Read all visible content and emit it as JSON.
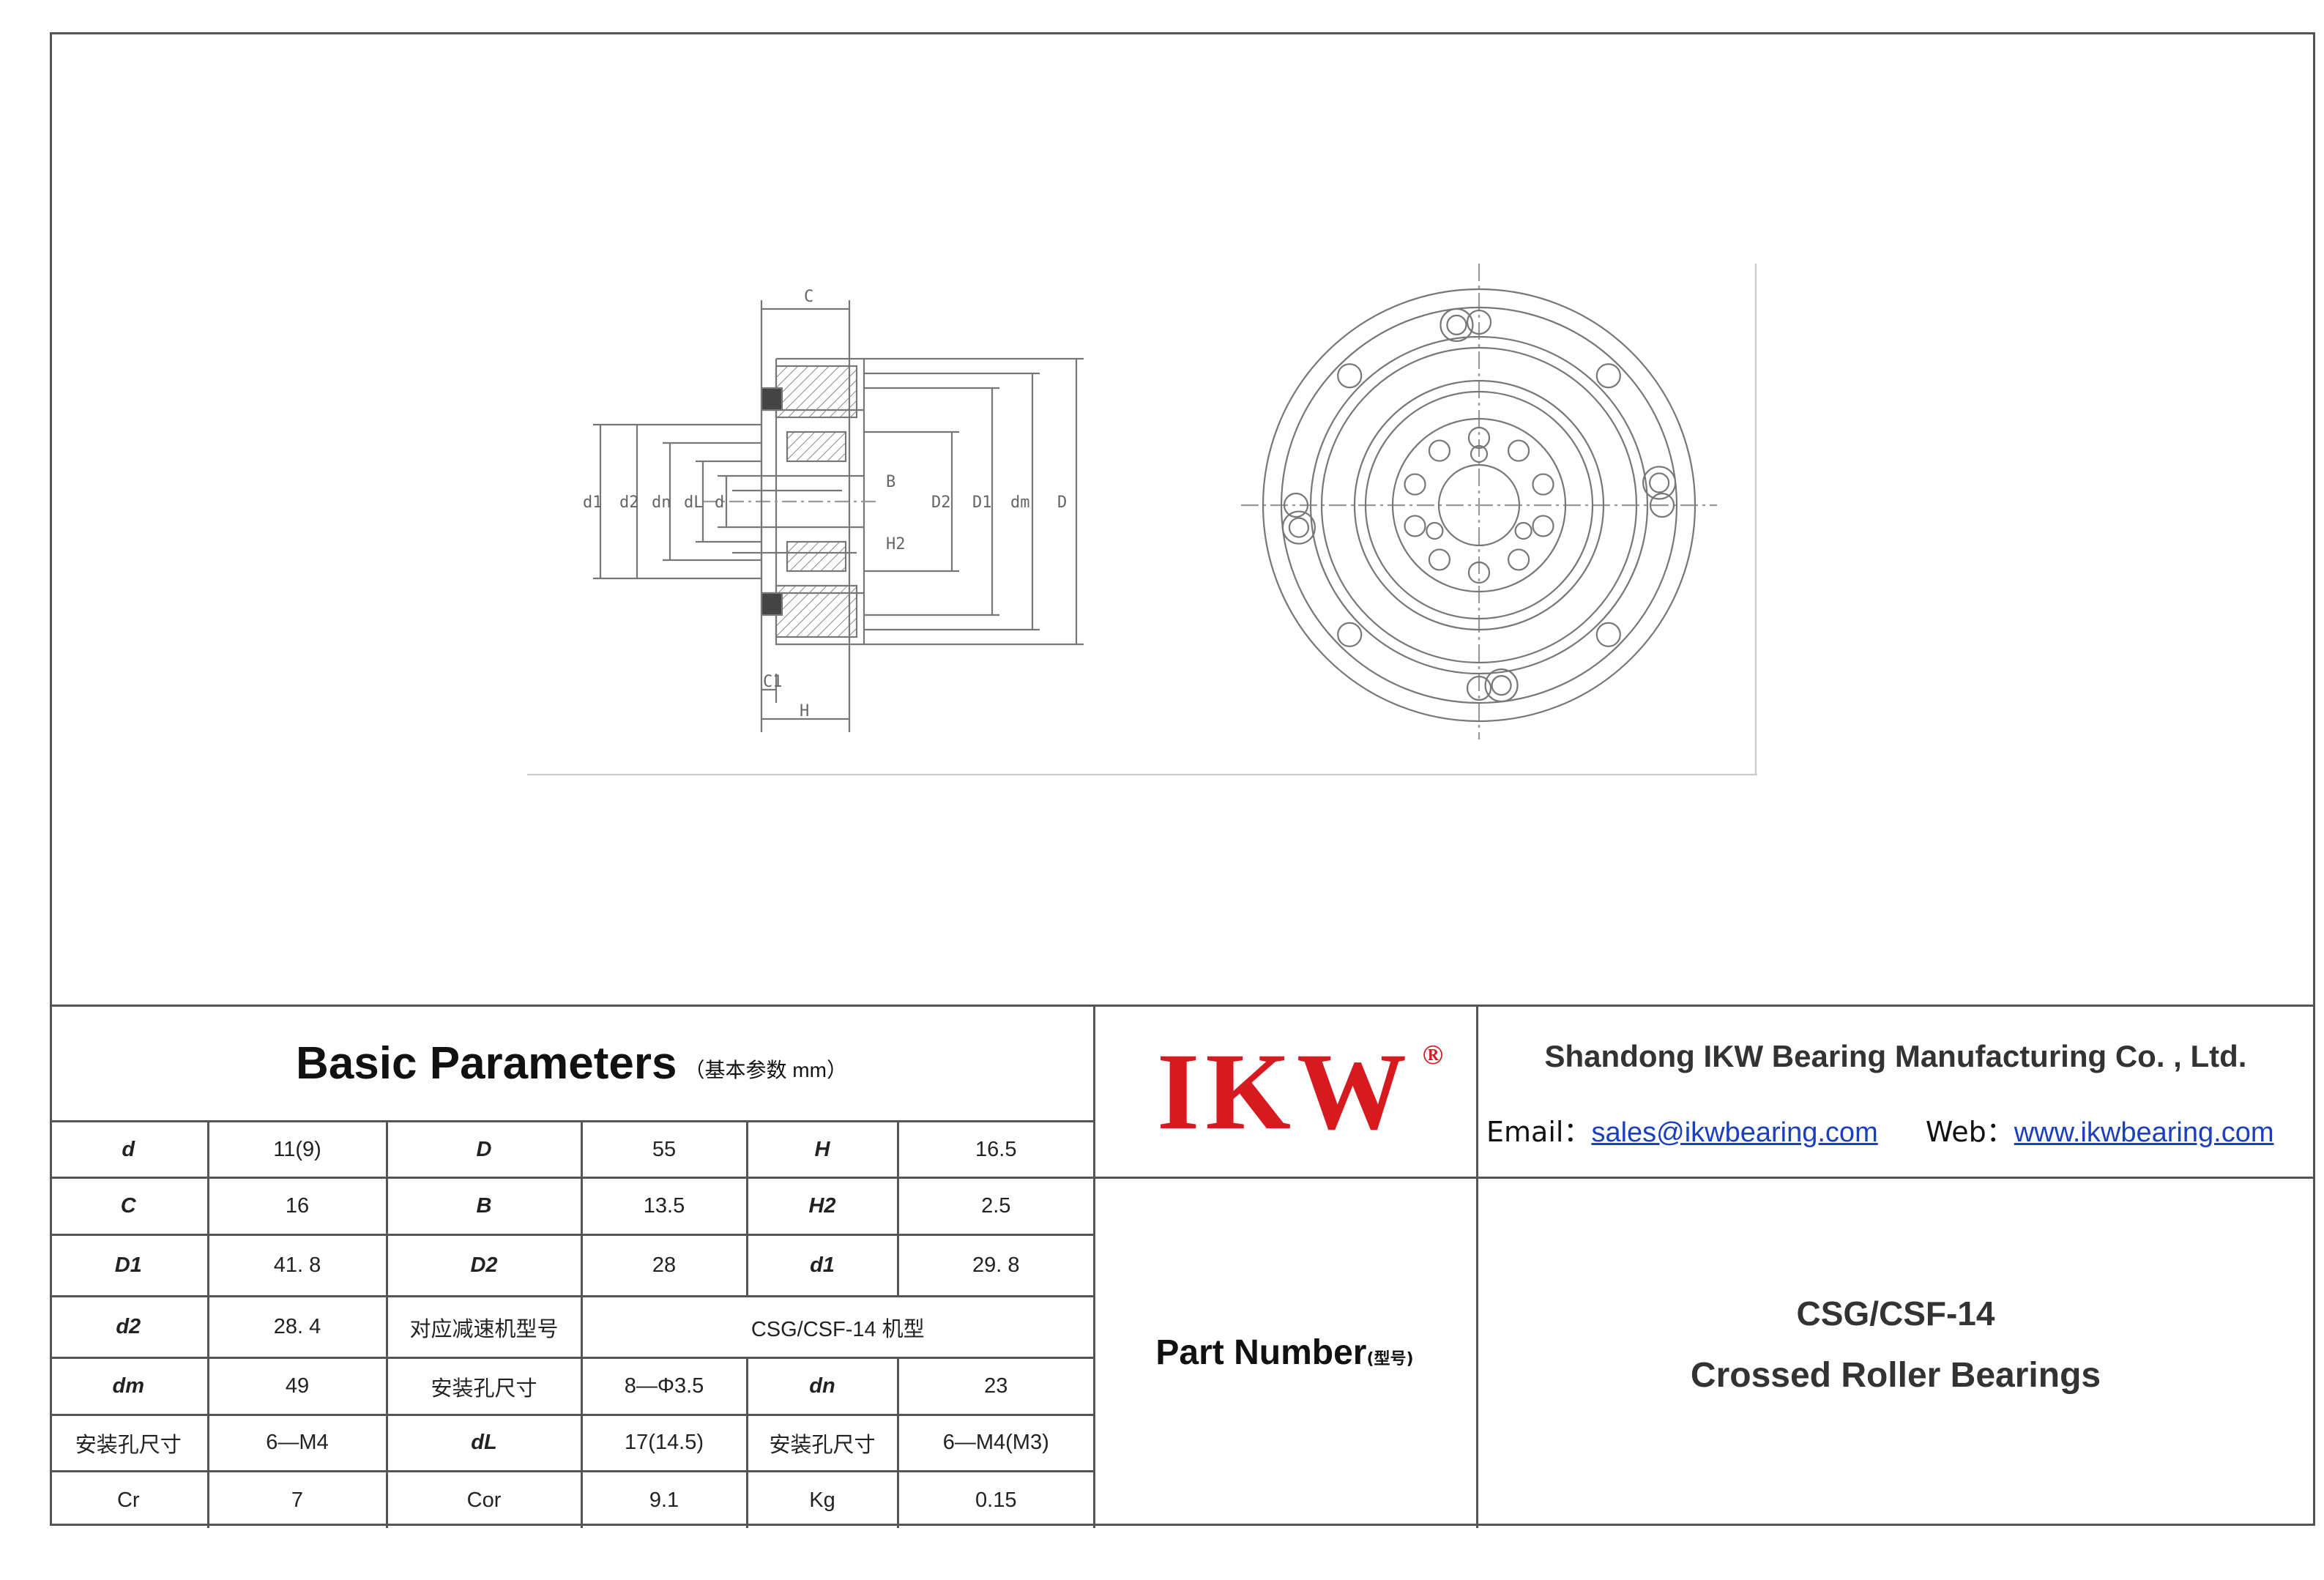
{
  "drawing": {
    "side_view_labels": {
      "C": "C",
      "C1": "C1",
      "H": "H",
      "H2": "H2",
      "B": "B",
      "d1": "d1",
      "d2": "d2",
      "dn": "dn",
      "dL": "dL",
      "d": "d",
      "D2": "D2",
      "D1": "D1",
      "dm": "dm",
      "D": "D"
    }
  },
  "params": {
    "title": "Basic Parameters",
    "unit_note": "（基本参数 mm）",
    "rows": [
      [
        {
          "t": "d",
          "c": "lbl"
        },
        {
          "t": "11(9)",
          "c": "val"
        },
        {
          "t": "D",
          "c": "lbl"
        },
        {
          "t": "55",
          "c": "val"
        },
        {
          "t": "H",
          "c": "lbl"
        },
        {
          "t": "16.5",
          "c": "val"
        }
      ],
      [
        {
          "t": "C",
          "c": "lbl"
        },
        {
          "t": "16",
          "c": "val"
        },
        {
          "t": "B",
          "c": "lbl"
        },
        {
          "t": "13.5",
          "c": "val"
        },
        {
          "t": "H2",
          "c": "lbl"
        },
        {
          "t": "2.5",
          "c": "val"
        }
      ],
      [
        {
          "t": "D1",
          "c": "lbl"
        },
        {
          "t": "41. 8",
          "c": "val"
        },
        {
          "t": "D2",
          "c": "lbl"
        },
        {
          "t": "28",
          "c": "val"
        },
        {
          "t": "d1",
          "c": "lbl"
        },
        {
          "t": "29. 8",
          "c": "val"
        }
      ],
      [
        {
          "t": "d2",
          "c": "lbl"
        },
        {
          "t": "28. 4",
          "c": "val"
        },
        {
          "t": "对应减速机型号",
          "c": "lbl-cn"
        },
        {
          "t": "CSG/CSF-14 机型",
          "c": "val",
          "span": 3
        }
      ],
      [
        {
          "t": "dm",
          "c": "lbl"
        },
        {
          "t": "49",
          "c": "val"
        },
        {
          "t": "安装孔尺寸",
          "c": "lbl-cn"
        },
        {
          "t": "8—Φ3.5",
          "c": "val"
        },
        {
          "t": "dn",
          "c": "lbl"
        },
        {
          "t": "23",
          "c": "val"
        }
      ],
      [
        {
          "t": "安装孔尺寸",
          "c": "lbl-cn"
        },
        {
          "t": "6—M4",
          "c": "val"
        },
        {
          "t": "dL",
          "c": "lbl"
        },
        {
          "t": "17(14.5)",
          "c": "val"
        },
        {
          "t": "安装孔尺寸",
          "c": "lbl-cn"
        },
        {
          "t": "6—M4(M3)",
          "c": "val"
        }
      ],
      [
        {
          "t": "Cr",
          "c": "lbl-plain"
        },
        {
          "t": "7",
          "c": "val"
        },
        {
          "t": "Cor",
          "c": "lbl-plain"
        },
        {
          "t": "9.1",
          "c": "val"
        },
        {
          "t": "Kg",
          "c": "lbl-plain"
        },
        {
          "t": "0.15",
          "c": "val"
        }
      ]
    ]
  },
  "logo": {
    "text": "IKW",
    "reg": "®"
  },
  "company": {
    "name": "Shandong IKW Bearing Manufacturing Co. , Ltd.",
    "email_label": "Email：",
    "email": "sales@ikwbearing.com",
    "web_label": "Web：",
    "web": "www.ikwbearing.com"
  },
  "part": {
    "label": "Part Number",
    "label_note": "(型号)",
    "model": "CSG/CSF-14",
    "type": "Crossed Roller Bearings"
  },
  "colors": {
    "accent": "#b00000",
    "logo": "#d71920",
    "link": "#1a3fbf"
  }
}
